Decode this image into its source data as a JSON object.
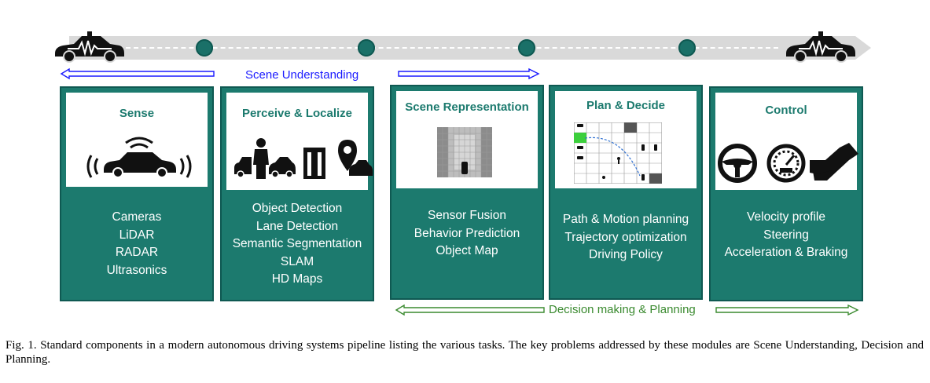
{
  "timeline": {
    "scene_understanding_label": "Scene Understanding",
    "decision_planning_label": "Decision making & Planning"
  },
  "colors": {
    "accent": "#1c7a6e",
    "scene_arrow": "#1a1aff",
    "decision_arrow": "#3a8a2f",
    "track": "#d9d9d9"
  },
  "modules": [
    {
      "title": "Sense",
      "icon": "sensor-car-icon",
      "items": [
        "Cameras",
        "LiDAR",
        "RADAR",
        "Ultrasonics"
      ]
    },
    {
      "title": "Perceive & Localize",
      "icon": "pedestrian-car-icon",
      "items": [
        "Object Detection",
        "Lane Detection",
        "Semantic Segmentation",
        "SLAM",
        "HD Maps"
      ]
    },
    {
      "title": "Scene Representation",
      "icon": "occupancy-grid-icon",
      "items": [
        "Sensor Fusion",
        "Behavior Prediction",
        "Object Map"
      ]
    },
    {
      "title": "Plan & Decide",
      "icon": "planning-grid-icon",
      "items": [
        "Path & Motion planning",
        "Trajectory optimization",
        "Driving Policy"
      ]
    },
    {
      "title": "Control",
      "icon": "steering-wheel-icon",
      "items": [
        "Velocity profile",
        "Steering",
        "Acceleration & Braking"
      ]
    }
  ],
  "caption": "Fig. 1.  Standard components in a modern autonomous driving systems pipeline listing the various tasks. The key problems addressed by these modules are Scene Understanding, Decision and Planning."
}
